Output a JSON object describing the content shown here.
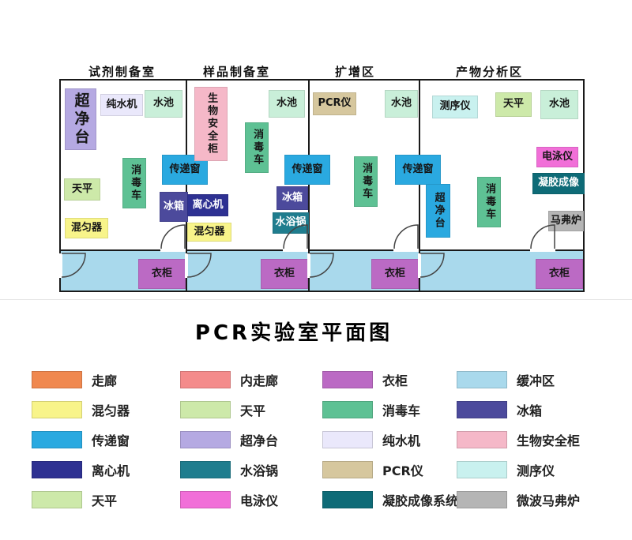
{
  "page": {
    "title": "PCR实验室平面图"
  },
  "rooms": {
    "labels": [
      "试剂制备室",
      "样品制备室",
      "扩增区",
      "产物分析区"
    ]
  },
  "plan": {
    "corridor_color": "#a9d9ec",
    "wardrobe": {
      "label": "衣柜",
      "color": "#bb6ac4"
    },
    "items": [
      {
        "label": "超净台",
        "color": "#b5a9e2"
      },
      {
        "label": "纯水机",
        "color": "#eae8fb"
      },
      {
        "label": "水池",
        "color": "#c9efd9"
      },
      {
        "label": "传递窗",
        "color": "#2aa9e0"
      },
      {
        "label": "消毒车",
        "color": "#5ec194"
      },
      {
        "label": "天平",
        "color": "#cde9a9"
      },
      {
        "label": "冰箱",
        "color": "#4c4a9c"
      },
      {
        "label": "混匀器",
        "color": "#f8f48a"
      },
      {
        "label": "生物安全柜",
        "color": "#f5b8c8"
      },
      {
        "label": "水池",
        "color": "#c9efd9"
      },
      {
        "label": "消毒车",
        "color": "#5ec194"
      },
      {
        "label": "传递窗",
        "color": "#2aa9e0"
      },
      {
        "label": "冰箱",
        "color": "#4c4a9c"
      },
      {
        "label": "水浴锅",
        "color": "#1f7d8e"
      },
      {
        "label": "离心机",
        "color": "#2e3192"
      },
      {
        "label": "混匀器",
        "color": "#f8f48a"
      },
      {
        "label": "PCR仪",
        "color": "#d6c79e"
      },
      {
        "label": "水池",
        "color": "#c9efd9"
      },
      {
        "label": "消毒车",
        "color": "#5ec194"
      },
      {
        "label": "传递窗",
        "color": "#2aa9e0"
      },
      {
        "label": "测序仪",
        "color": "#c9f1ef"
      },
      {
        "label": "天平",
        "color": "#cde9a9"
      },
      {
        "label": "水池",
        "color": "#c9efd9"
      },
      {
        "label": "电泳仪",
        "color": "#f16fd8"
      },
      {
        "label": "凝胶成像",
        "color": "#0e6b77"
      },
      {
        "label": "超净台",
        "color": "#2aa9e0"
      },
      {
        "label": "消毒车",
        "color": "#5ec194"
      },
      {
        "label": "马弗炉",
        "color": "#b5b5b5"
      }
    ]
  },
  "legend": {
    "items": [
      {
        "label": "走廊",
        "color": "#f0884f"
      },
      {
        "label": "混匀器",
        "color": "#f8f48a"
      },
      {
        "label": "传递窗",
        "color": "#2aa9e0"
      },
      {
        "label": "离心机",
        "color": "#2e3192"
      },
      {
        "label": "天平",
        "color": "#cde9a9"
      },
      {
        "label": "内走廊",
        "color": "#f48b8b"
      },
      {
        "label": "天平",
        "color": "#cde9a9"
      },
      {
        "label": "超净台",
        "color": "#b5a9e2"
      },
      {
        "label": "水浴锅",
        "color": "#1f7d8e"
      },
      {
        "label": "电泳仪",
        "color": "#f16fd8"
      },
      {
        "label": "衣柜",
        "color": "#bb6ac4"
      },
      {
        "label": "消毒车",
        "color": "#5ec194"
      },
      {
        "label": "纯水机",
        "color": "#eae8fb"
      },
      {
        "label": "PCR仪",
        "color": "#d6c79e"
      },
      {
        "label": "凝胶成像系统",
        "color": "#0e6b77"
      },
      {
        "label": "缓冲区",
        "color": "#a9d9ec"
      },
      {
        "label": "冰箱",
        "color": "#4c4a9c"
      },
      {
        "label": "生物安全柜",
        "color": "#f5b8c8"
      },
      {
        "label": "测序仪",
        "color": "#c9f1ef"
      },
      {
        "label": "微波马弗炉",
        "color": "#b5b5b5"
      }
    ]
  }
}
